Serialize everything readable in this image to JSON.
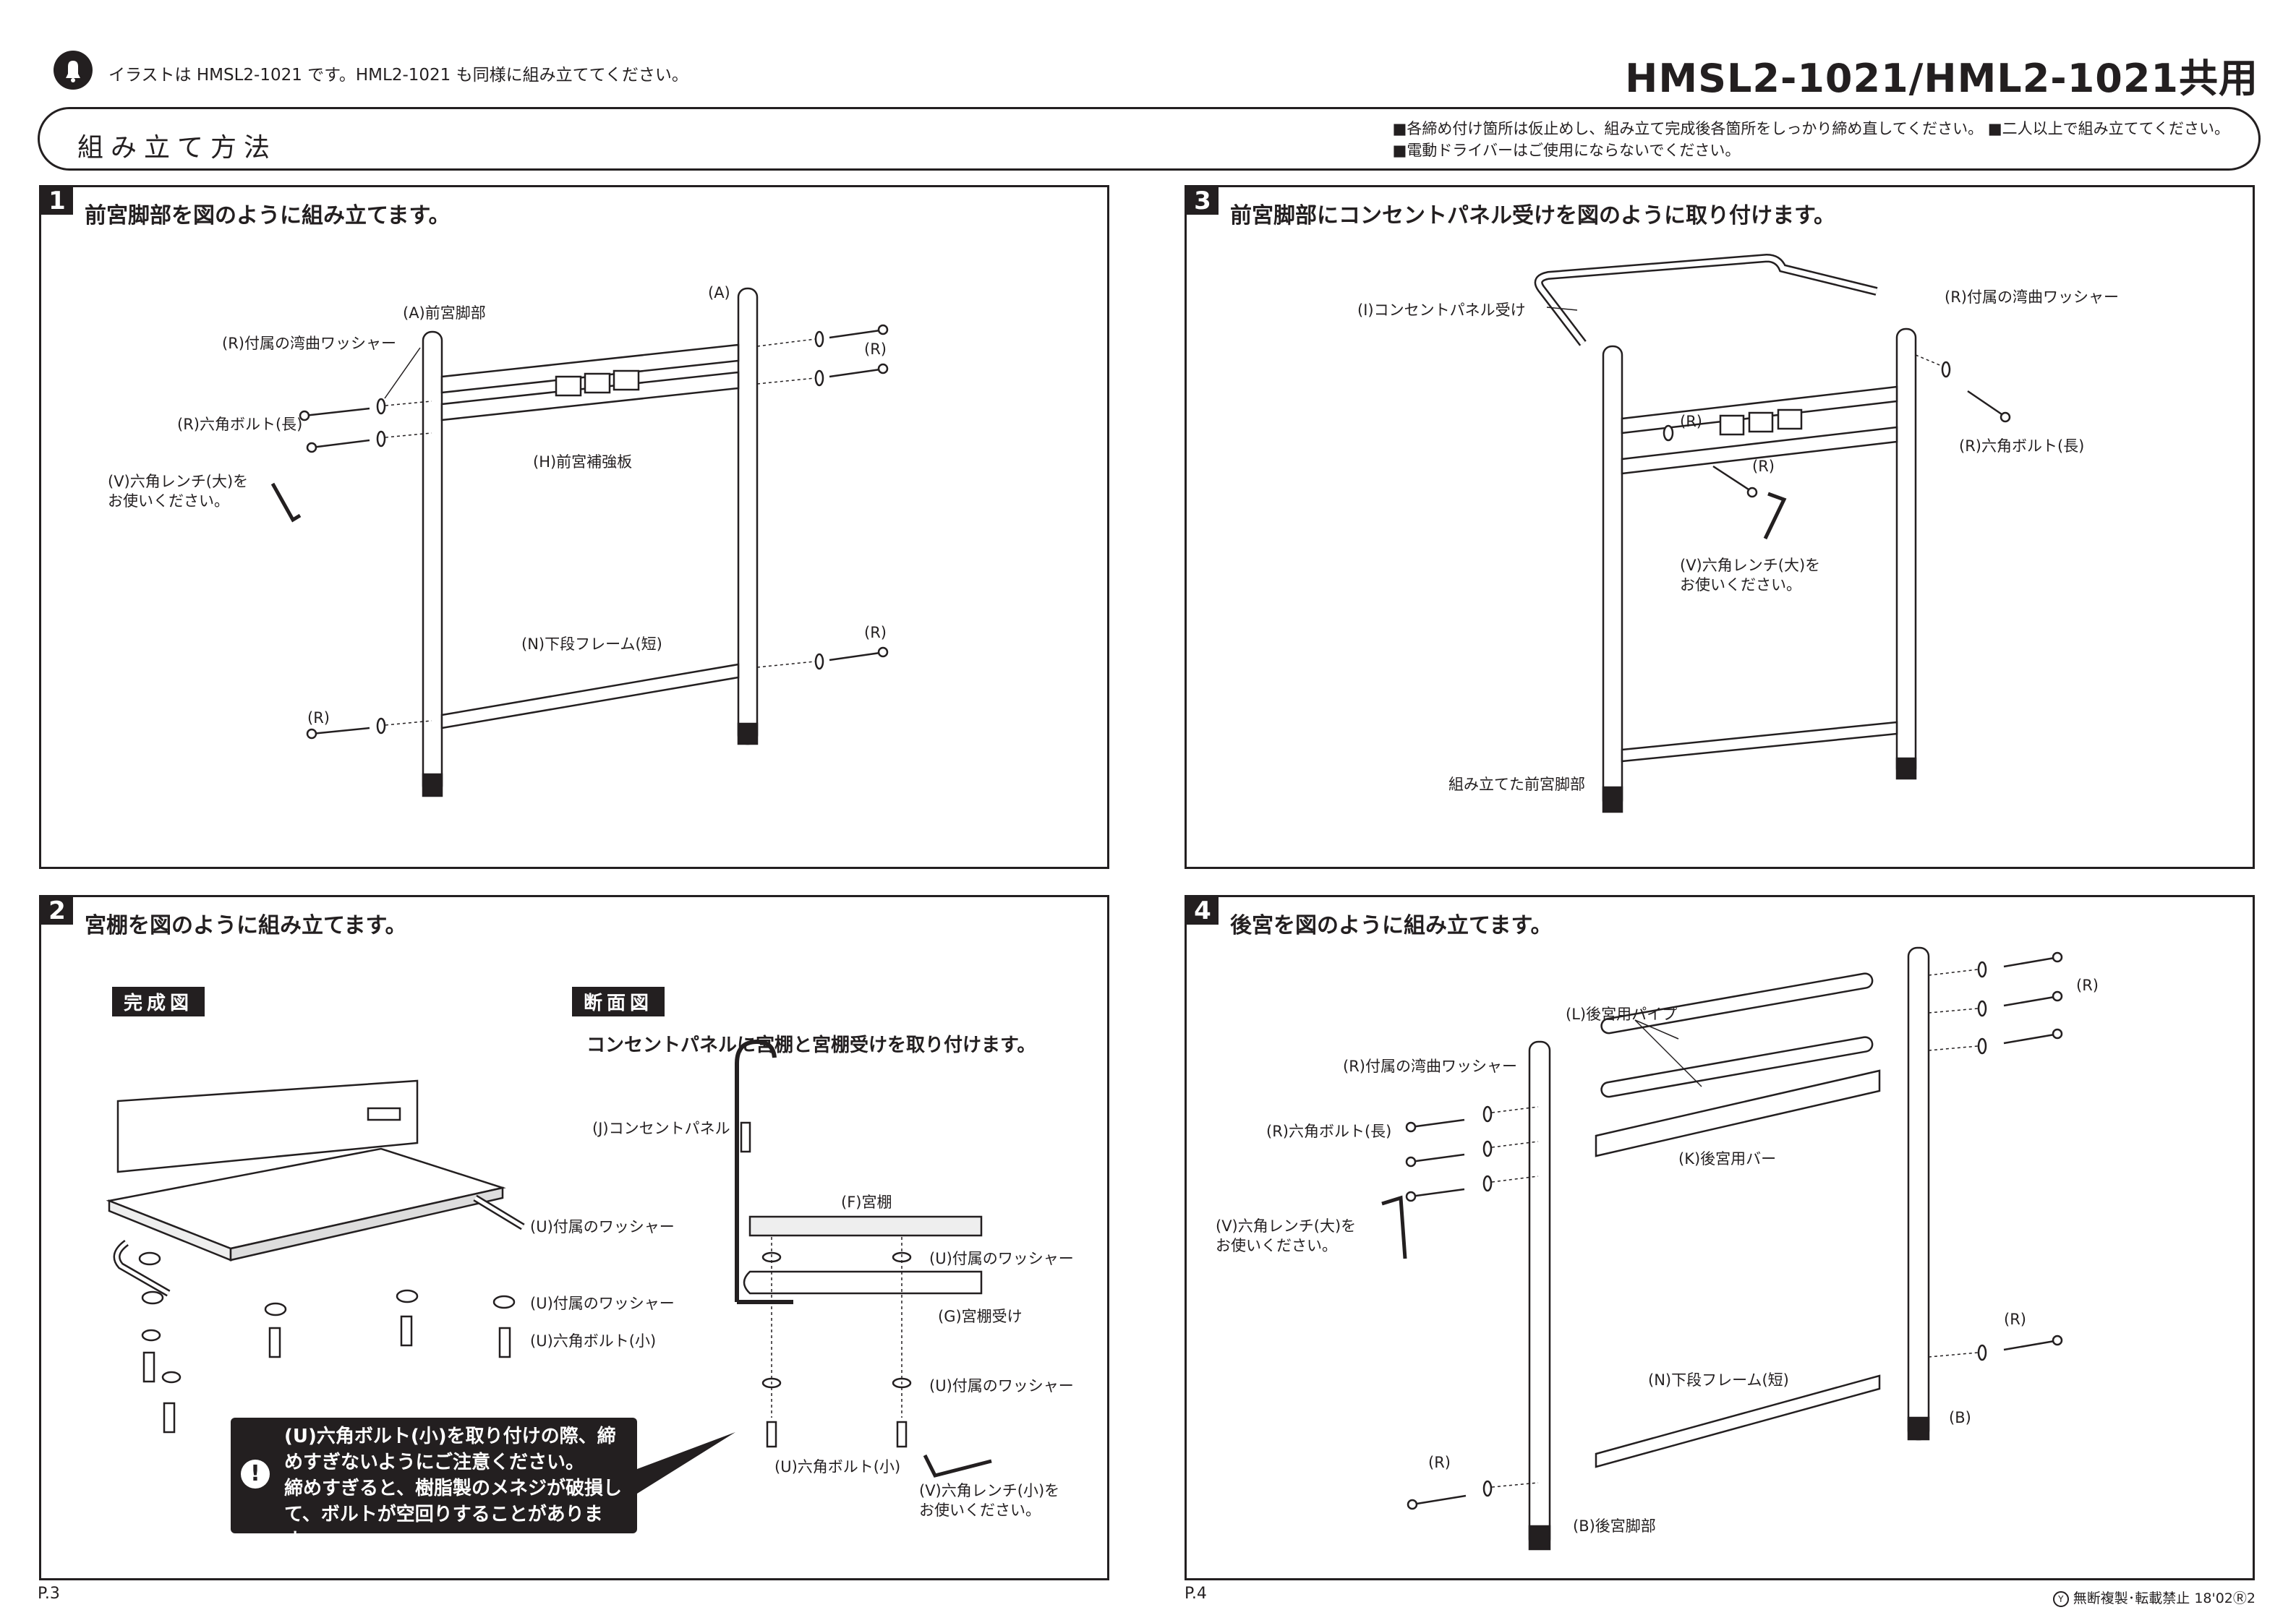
{
  "header": {
    "note": "イラストは HMSL2-1021 です。HML2-1021 も同様に組み立ててください。",
    "model": "HMSL2-1021/HML2-1021共用",
    "section_title": "組み立て方法",
    "notes_line1": "■各締め付け箇所は仮止めし、組み立て完成後各箇所をしっかり締め直してください。 ■二人以上で組み立ててください。",
    "notes_line2": "■電動ドライバーはご使用にならないでください。"
  },
  "step1": {
    "num": "1",
    "title": "前宮脚部を図のように組み立てます。",
    "labels": {
      "a_leg": "(A)前宮脚部",
      "a": "(A)",
      "washer": "(R)付属の湾曲ワッシャー",
      "r1": "(R)",
      "bolt_long": "(R)六角ボルト(長)",
      "plate": "(H)前宮補強板",
      "wrench1": "(V)六角レンチ(大)を",
      "wrench2": "お使いください。",
      "frame": "(N)下段フレーム(短)",
      "r2": "(R)",
      "r3": "(R)"
    }
  },
  "step2": {
    "num": "2",
    "title": "宮棚を図のように組み立てます。",
    "tag_done": "完成図",
    "tag_section": "断面図",
    "subtitle": "コンセントパネルに宮棚と宮棚受けを取り付けます。",
    "labels": {
      "washer_a": "(U)付属のワッシャー",
      "washer_b": "(U)付属のワッシャー",
      "bolt_small": "(U)六角ボルト(小)",
      "panel": "(J)コンセントパネル",
      "shelf": "(F)宮棚",
      "washer_c": "(U)付属のワッシャー",
      "shelf_holder": "(G)宮棚受け",
      "washer_d": "(U)付属のワッシャー",
      "bolt_small2": "(U)六角ボルト(小)",
      "wrench1": "(V)六角レンチ(小)を",
      "wrench2": "お使いください。"
    },
    "warning": {
      "line1": "(U)六角ボルト(小)を取り付けの際、締",
      "line2": "めすぎないようにご注意ください。",
      "line3": "締めすぎると、樹脂製のメネジが破損し",
      "line4": "て、ボルトが空回りすることがあります。"
    }
  },
  "step3": {
    "num": "3",
    "title": "前宮脚部にコンセントパネル受けを図のように取り付けます。",
    "labels": {
      "receiver": "(I)コンセントパネル受け",
      "washer": "(R)付属の湾曲ワッシャー",
      "bolt_long": "(R)六角ボルト(長)",
      "r1": "(R)",
      "r2": "(R)",
      "wrench1": "(V)六角レンチ(大)を",
      "wrench2": "お使いください。",
      "assembled": "組み立てた前宮脚部"
    }
  },
  "step4": {
    "num": "4",
    "title": "後宮を図のように組み立てます。",
    "labels": {
      "pipe": "(L)後宮用パイプ",
      "r1": "(R)",
      "washer": "(R)付属の湾曲ワッシャー",
      "bolt_long": "(R)六角ボルト(長)",
      "bar": "(K)後宮用バー",
      "wrench1": "(V)六角レンチ(大)を",
      "wrench2": "お使いください。",
      "r2": "(R)",
      "frame": "(N)下段フレーム(短)",
      "b": "(B)",
      "r3": "(R)",
      "b_leg": "(B)後宮脚部"
    }
  },
  "footer": {
    "page_left": "P.3",
    "page_right": "P.4",
    "copyright": "無断複製･転載禁止 18'02Ⓡ2"
  }
}
